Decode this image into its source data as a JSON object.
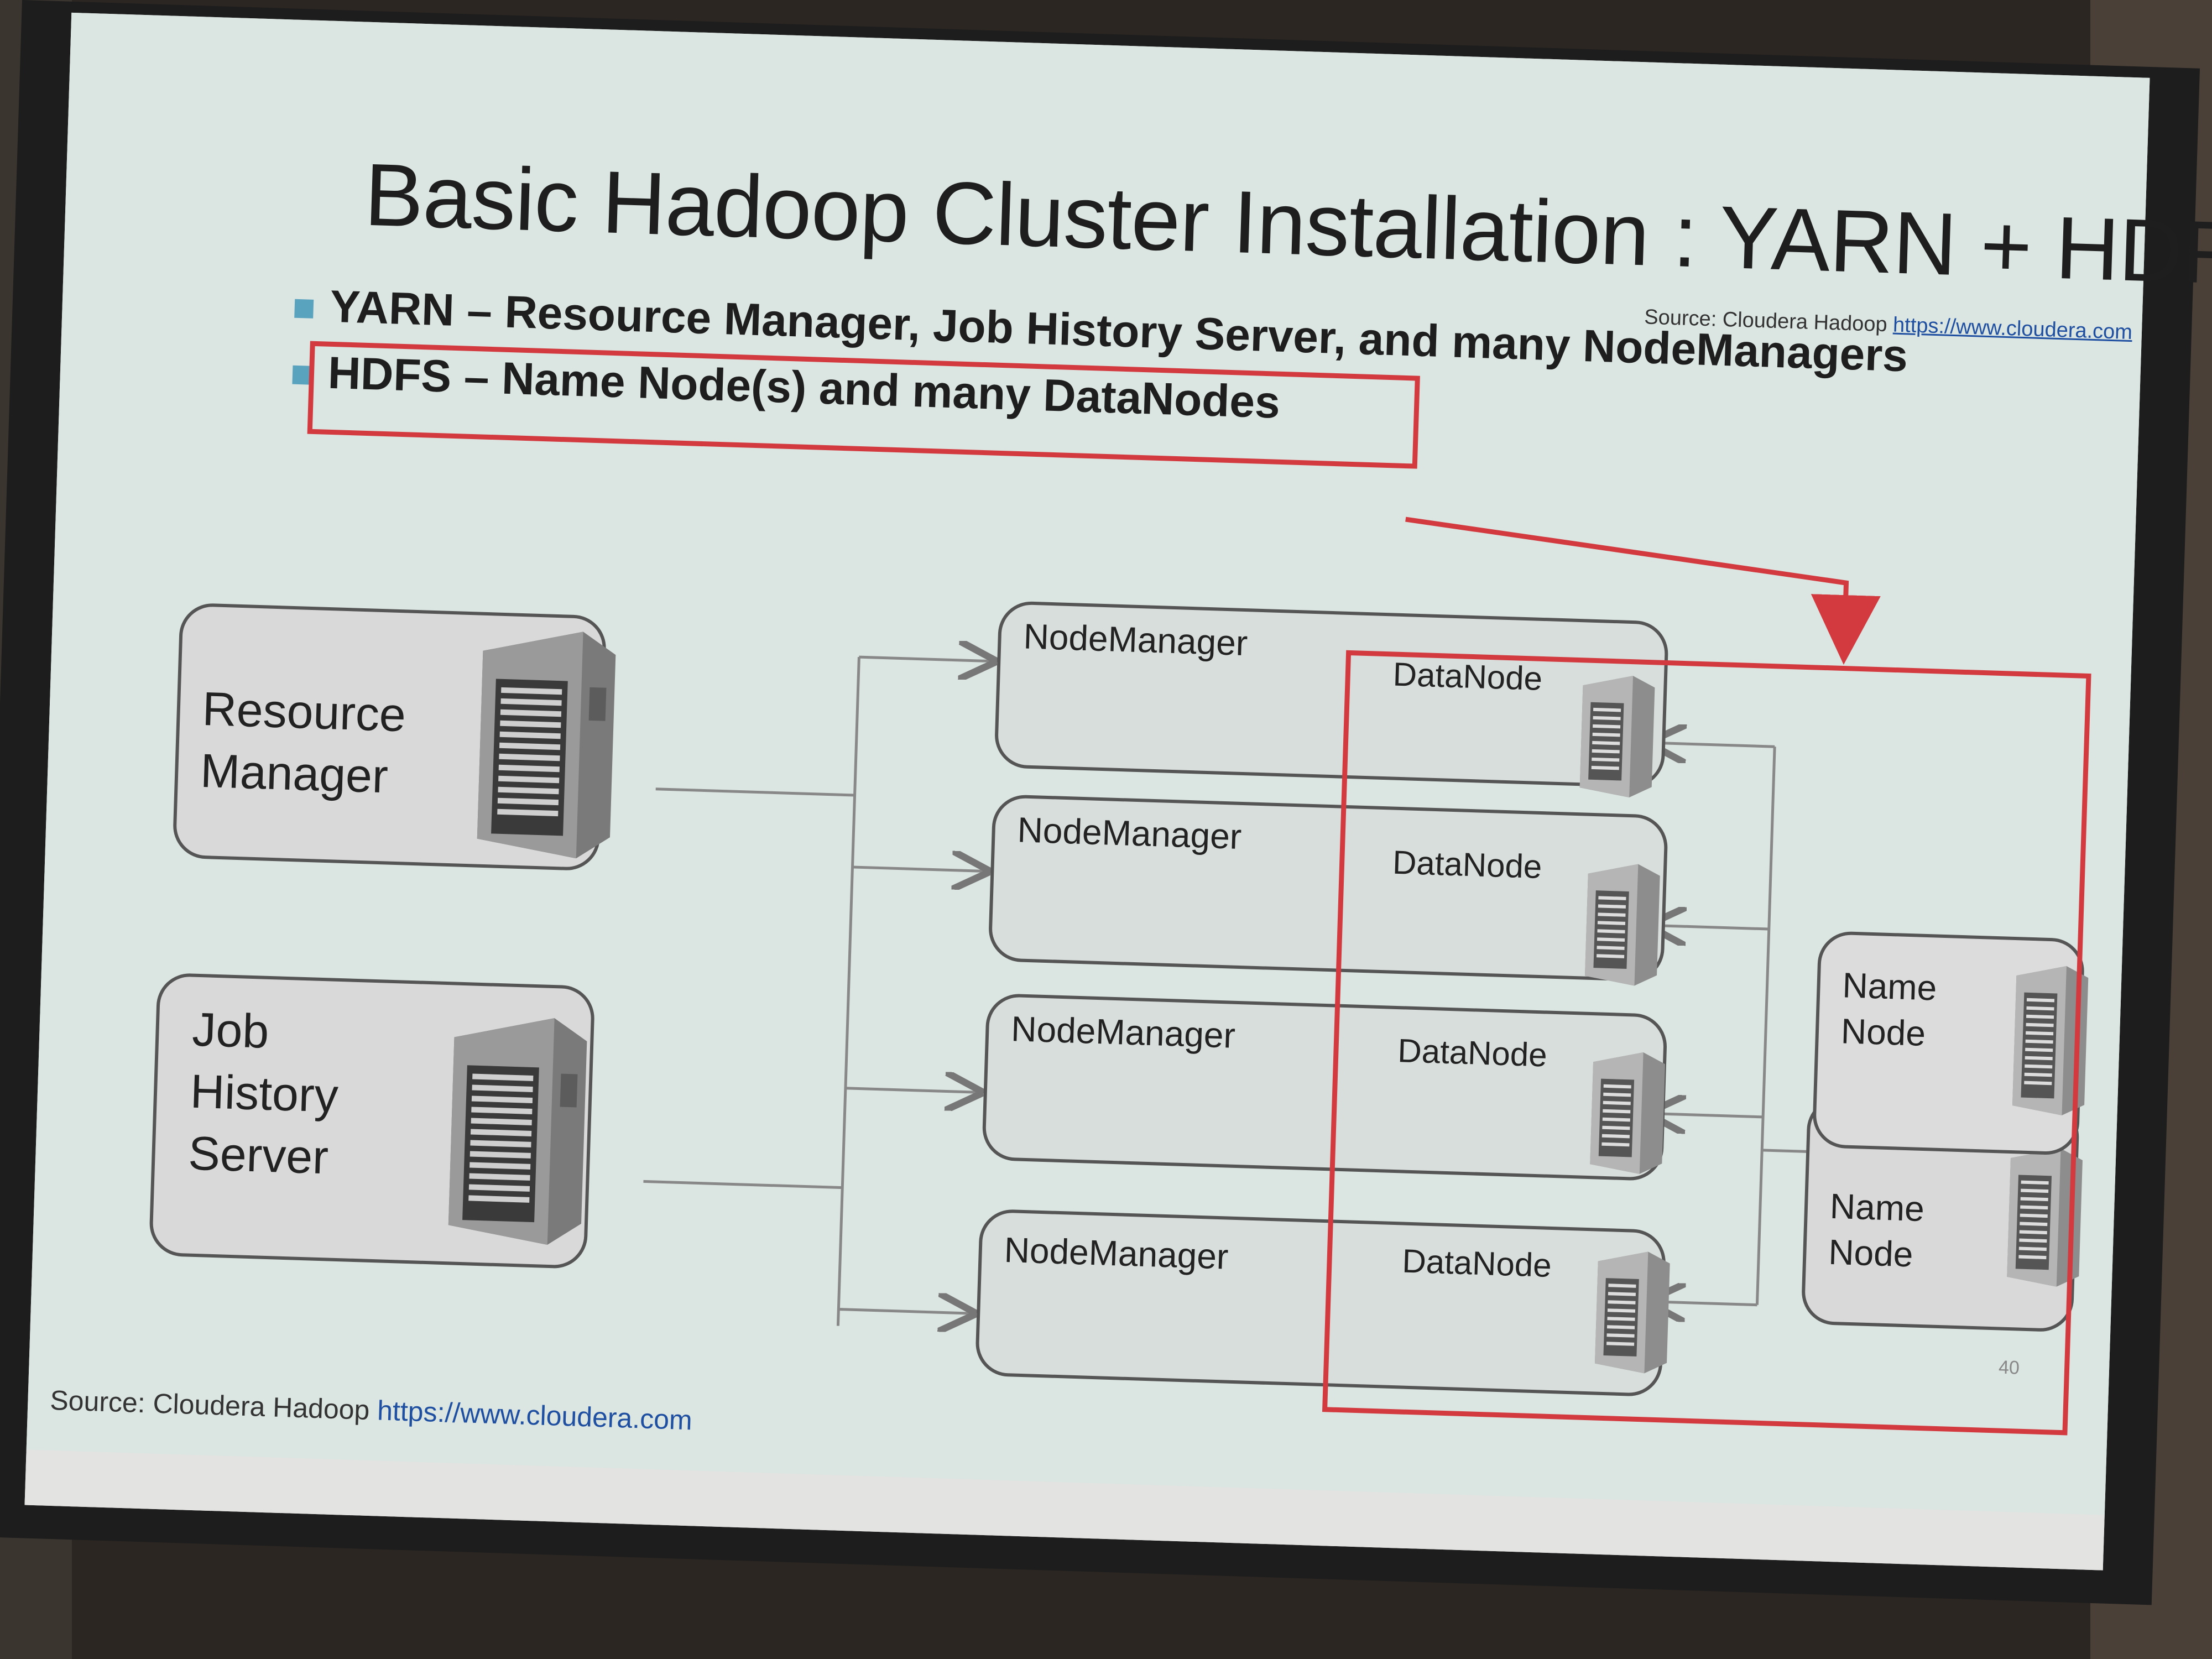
{
  "slide": {
    "title": "Basic Hadoop Cluster Installation : YARN + HDFS",
    "source_top": {
      "text": "Source: Cloudera Hadoop",
      "link": "https://www.cloudera.com"
    },
    "bullets": [
      "YARN – Resource Manager, Job History Server, and many NodeManagers",
      "HDFS – Name Node(s) and many DataNodes"
    ],
    "page_number": "40",
    "source_bottom": {
      "text": "Source: Cloudera Hadoop",
      "link": "https://www.cloudera.com"
    }
  },
  "diagram": {
    "resource_manager": "Resource\nManager",
    "job_history_server": "Job\nHistory\nServer",
    "node_managers": [
      "NodeManager",
      "NodeManager",
      "NodeManager",
      "NodeManager"
    ],
    "data_nodes": [
      "DataNode",
      "DataNode",
      "DataNode",
      "DataNode"
    ],
    "name_nodes": [
      "Name\nNode",
      "Name\nNode"
    ]
  },
  "colors": {
    "highlight": "#d33a3f",
    "bullet_marker": "#5aa3bf",
    "link": "#1f4fa0"
  }
}
